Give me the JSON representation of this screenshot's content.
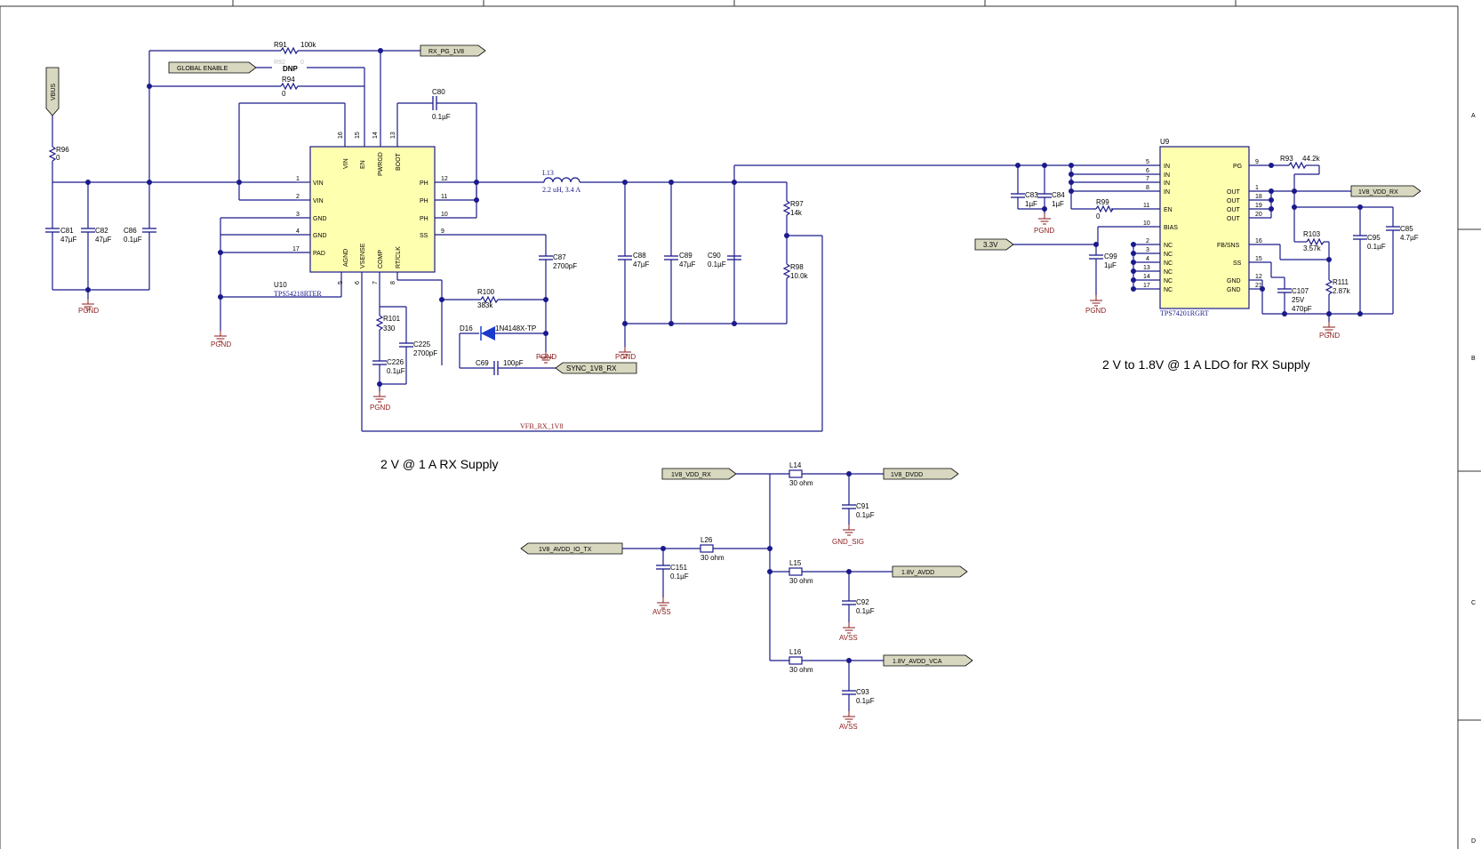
{
  "border": {
    "zones": [
      "A",
      "B",
      "C",
      "D"
    ]
  },
  "nets": {
    "rx_pg_1v8": "RX_PG_1V8",
    "global_enable": "GLOBAL ENABLE",
    "vbus": "VBUS",
    "sync": "SYNC_1V8_RX",
    "vfb": "VFB_RX_1V8",
    "v33": "3.3V",
    "vdd_rx_out": "1V8_VDD_RX",
    "vdd_rx_in": "1V8_VDD_RX",
    "avdd_io_tx": "1V8_AVDD_IO_TX",
    "dvdd": "1V8_DVDD",
    "avdd": "1.8V_AVDD",
    "avdd_vca": "1.8V_AVDD_VCA",
    "pgnd": "PGND",
    "gnd_sig": "GND_SIG",
    "avss": "AVSS"
  },
  "u10": {
    "ref": "U10",
    "part": "TPS54218RTER",
    "pins_left": [
      "VIN",
      "VIN",
      "GND",
      "GND",
      "PAD"
    ],
    "pins_left_num": [
      "1",
      "2",
      "3",
      "4",
      "17"
    ],
    "pins_right": [
      "PH",
      "PH",
      "PH",
      "SS"
    ],
    "pins_right_num": [
      "12",
      "11",
      "10",
      "9"
    ],
    "pins_top": [
      "VIN",
      "EN",
      "PWRGD",
      "BOOT"
    ],
    "pins_top_num": [
      "16",
      "15",
      "14",
      "13"
    ],
    "pins_bottom": [
      "AGND",
      "VSENSE",
      "COMP",
      "RT/CLK"
    ],
    "pins_bottom_num": [
      "5",
      "6",
      "7",
      "8"
    ]
  },
  "u9": {
    "ref": "U9",
    "part": "TPS74201RGRT",
    "pins_left": [
      "IN",
      "IN",
      "IN",
      "IN",
      "EN",
      "BIAS",
      "NC",
      "NC",
      "NC",
      "NC",
      "NC",
      "NC"
    ],
    "pins_left_num": [
      "5",
      "6",
      "7",
      "8",
      "11",
      "10",
      "2",
      "3",
      "4",
      "13",
      "14",
      "17"
    ],
    "pins_right": [
      "PG",
      "OUT",
      "OUT",
      "OUT",
      "OUT",
      "FB/SNS",
      "SS",
      "GND",
      "GND"
    ],
    "pins_right_num": [
      "9",
      "1",
      "18",
      "19",
      "20",
      "16",
      "15",
      "12",
      "21"
    ]
  },
  "parts": {
    "r91": {
      "ref": "R91",
      "val": "100k"
    },
    "r92": {
      "ref": "R92",
      "val": "0",
      "dnp": "DNP"
    },
    "r94": {
      "ref": "R94",
      "val": "0"
    },
    "r96": {
      "ref": "R96",
      "val": "0"
    },
    "c81": {
      "ref": "C81",
      "val": "47µF"
    },
    "c82": {
      "ref": "C82",
      "val": "47µF"
    },
    "c86": {
      "ref": "C86",
      "val": "0.1µF"
    },
    "c80": {
      "ref": "C80",
      "val": "0.1µF"
    },
    "l13": {
      "ref": "L13",
      "val": "2.2 uH, 3.4 A"
    },
    "c87": {
      "ref": "C87",
      "val": "2700pF"
    },
    "r100": {
      "ref": "R100",
      "val": "383k"
    },
    "d16": {
      "ref": "D16",
      "val": "1N4148X-TP"
    },
    "c69": {
      "ref": "C69",
      "val": "100pF"
    },
    "r101": {
      "ref": "R101",
      "val": "330"
    },
    "c225": {
      "ref": "C225",
      "val": "2700pF"
    },
    "c226": {
      "ref": "C226",
      "val": "0.1µF"
    },
    "c88": {
      "ref": "C88",
      "val": "47µF"
    },
    "c89": {
      "ref": "C89",
      "val": "47µF"
    },
    "c90": {
      "ref": "C90",
      "val": "0.1µF"
    },
    "r97": {
      "ref": "R97",
      "val": "14k"
    },
    "r98": {
      "ref": "R98",
      "val": "10.0k"
    },
    "c83": {
      "ref": "C83",
      "val": "1µF"
    },
    "c84": {
      "ref": "C84",
      "val": "1µF"
    },
    "r99": {
      "ref": "R99",
      "val": "0"
    },
    "c99": {
      "ref": "C99",
      "val": "1µF"
    },
    "r93": {
      "ref": "R93",
      "val": "44.2k"
    },
    "r103": {
      "ref": "R103",
      "val": "3.57k"
    },
    "r111": {
      "ref": "R111",
      "val": "2.87k"
    },
    "c107": {
      "ref": "C107",
      "val": "25V",
      "val2": "470pF"
    },
    "c95": {
      "ref": "C95",
      "val": "0.1µF"
    },
    "c85": {
      "ref": "C85",
      "val": "4.7µF"
    },
    "l14": {
      "ref": "L14",
      "val": "30 ohm"
    },
    "l15": {
      "ref": "L15",
      "val": "30 ohm"
    },
    "l16": {
      "ref": "L16",
      "val": "30 ohm"
    },
    "l26": {
      "ref": "L26",
      "val": "30 ohm"
    },
    "c91": {
      "ref": "C91",
      "val": "0.1µF"
    },
    "c92": {
      "ref": "C92",
      "val": "0.1µF"
    },
    "c93": {
      "ref": "C93",
      "val": "0.1µF"
    },
    "c151": {
      "ref": "C151",
      "val": "0.1µF"
    }
  },
  "captions": {
    "buck": "2 V @ 1 A RX Supply",
    "ldo": "2 V to 1.8V @ 1 A LDO for RX Supply"
  },
  "colors": {
    "wire": "#1a1a8c",
    "ic_fill": "#ffffb0",
    "ground_label": "#8b1a1a",
    "flag_fill": "#d8d8c0"
  }
}
